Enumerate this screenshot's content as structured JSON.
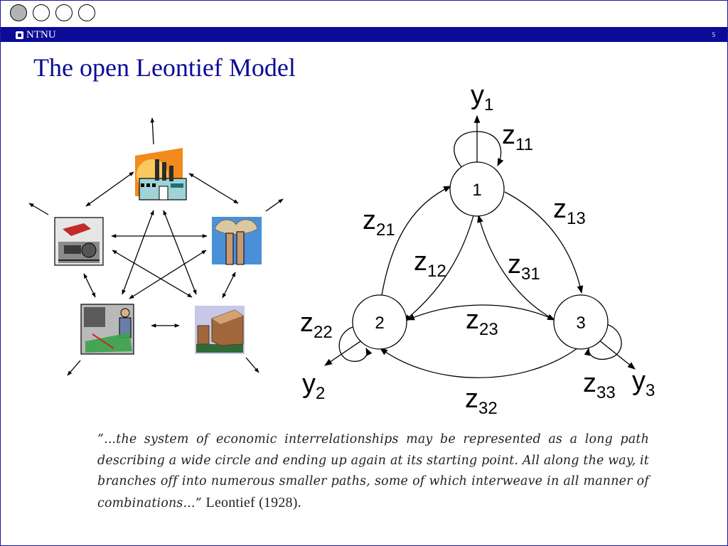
{
  "header": {
    "logo_text": "NTNU",
    "slide_number": "5"
  },
  "slide": {
    "title": "The open Leontief Model"
  },
  "diagram": {
    "nodes": [
      "1",
      "2",
      "3"
    ],
    "outputs": [
      {
        "base": "y",
        "sub": "1"
      },
      {
        "base": "y",
        "sub": "2"
      },
      {
        "base": "y",
        "sub": "3"
      }
    ],
    "flows": {
      "z11": {
        "base": "z",
        "sub": "11"
      },
      "z12": {
        "base": "z",
        "sub": "12"
      },
      "z13": {
        "base": "z",
        "sub": "13"
      },
      "z21": {
        "base": "z",
        "sub": "21"
      },
      "z22": {
        "base": "z",
        "sub": "22"
      },
      "z23": {
        "base": "z",
        "sub": "23"
      },
      "z31": {
        "base": "z",
        "sub": "31"
      },
      "z32": {
        "base": "z",
        "sub": "32"
      },
      "z33": {
        "base": "z",
        "sub": "33"
      }
    }
  },
  "clipart": [
    {
      "name": "factory-icon",
      "color": "#f28a1e"
    },
    {
      "name": "machine-icon",
      "color": "#c42a2a"
    },
    {
      "name": "smokestack-icon",
      "color": "#4a90d9"
    },
    {
      "name": "worker-icon",
      "color": "#6a6a6a"
    },
    {
      "name": "conveyor-boxes-icon",
      "color": "#a0683a"
    }
  ],
  "quote": {
    "text": "”...the system of economic interrelationships may be represented as a long path describing a wide circle and ending up again at its starting point. All along the way, it branches off into numerous smaller paths, some of which interweave in all manner of combinations...”",
    "attribution": "Leontief (1928)."
  },
  "colors": {
    "accent": "#0b0b96",
    "nav_active": "#b3b3b3"
  }
}
